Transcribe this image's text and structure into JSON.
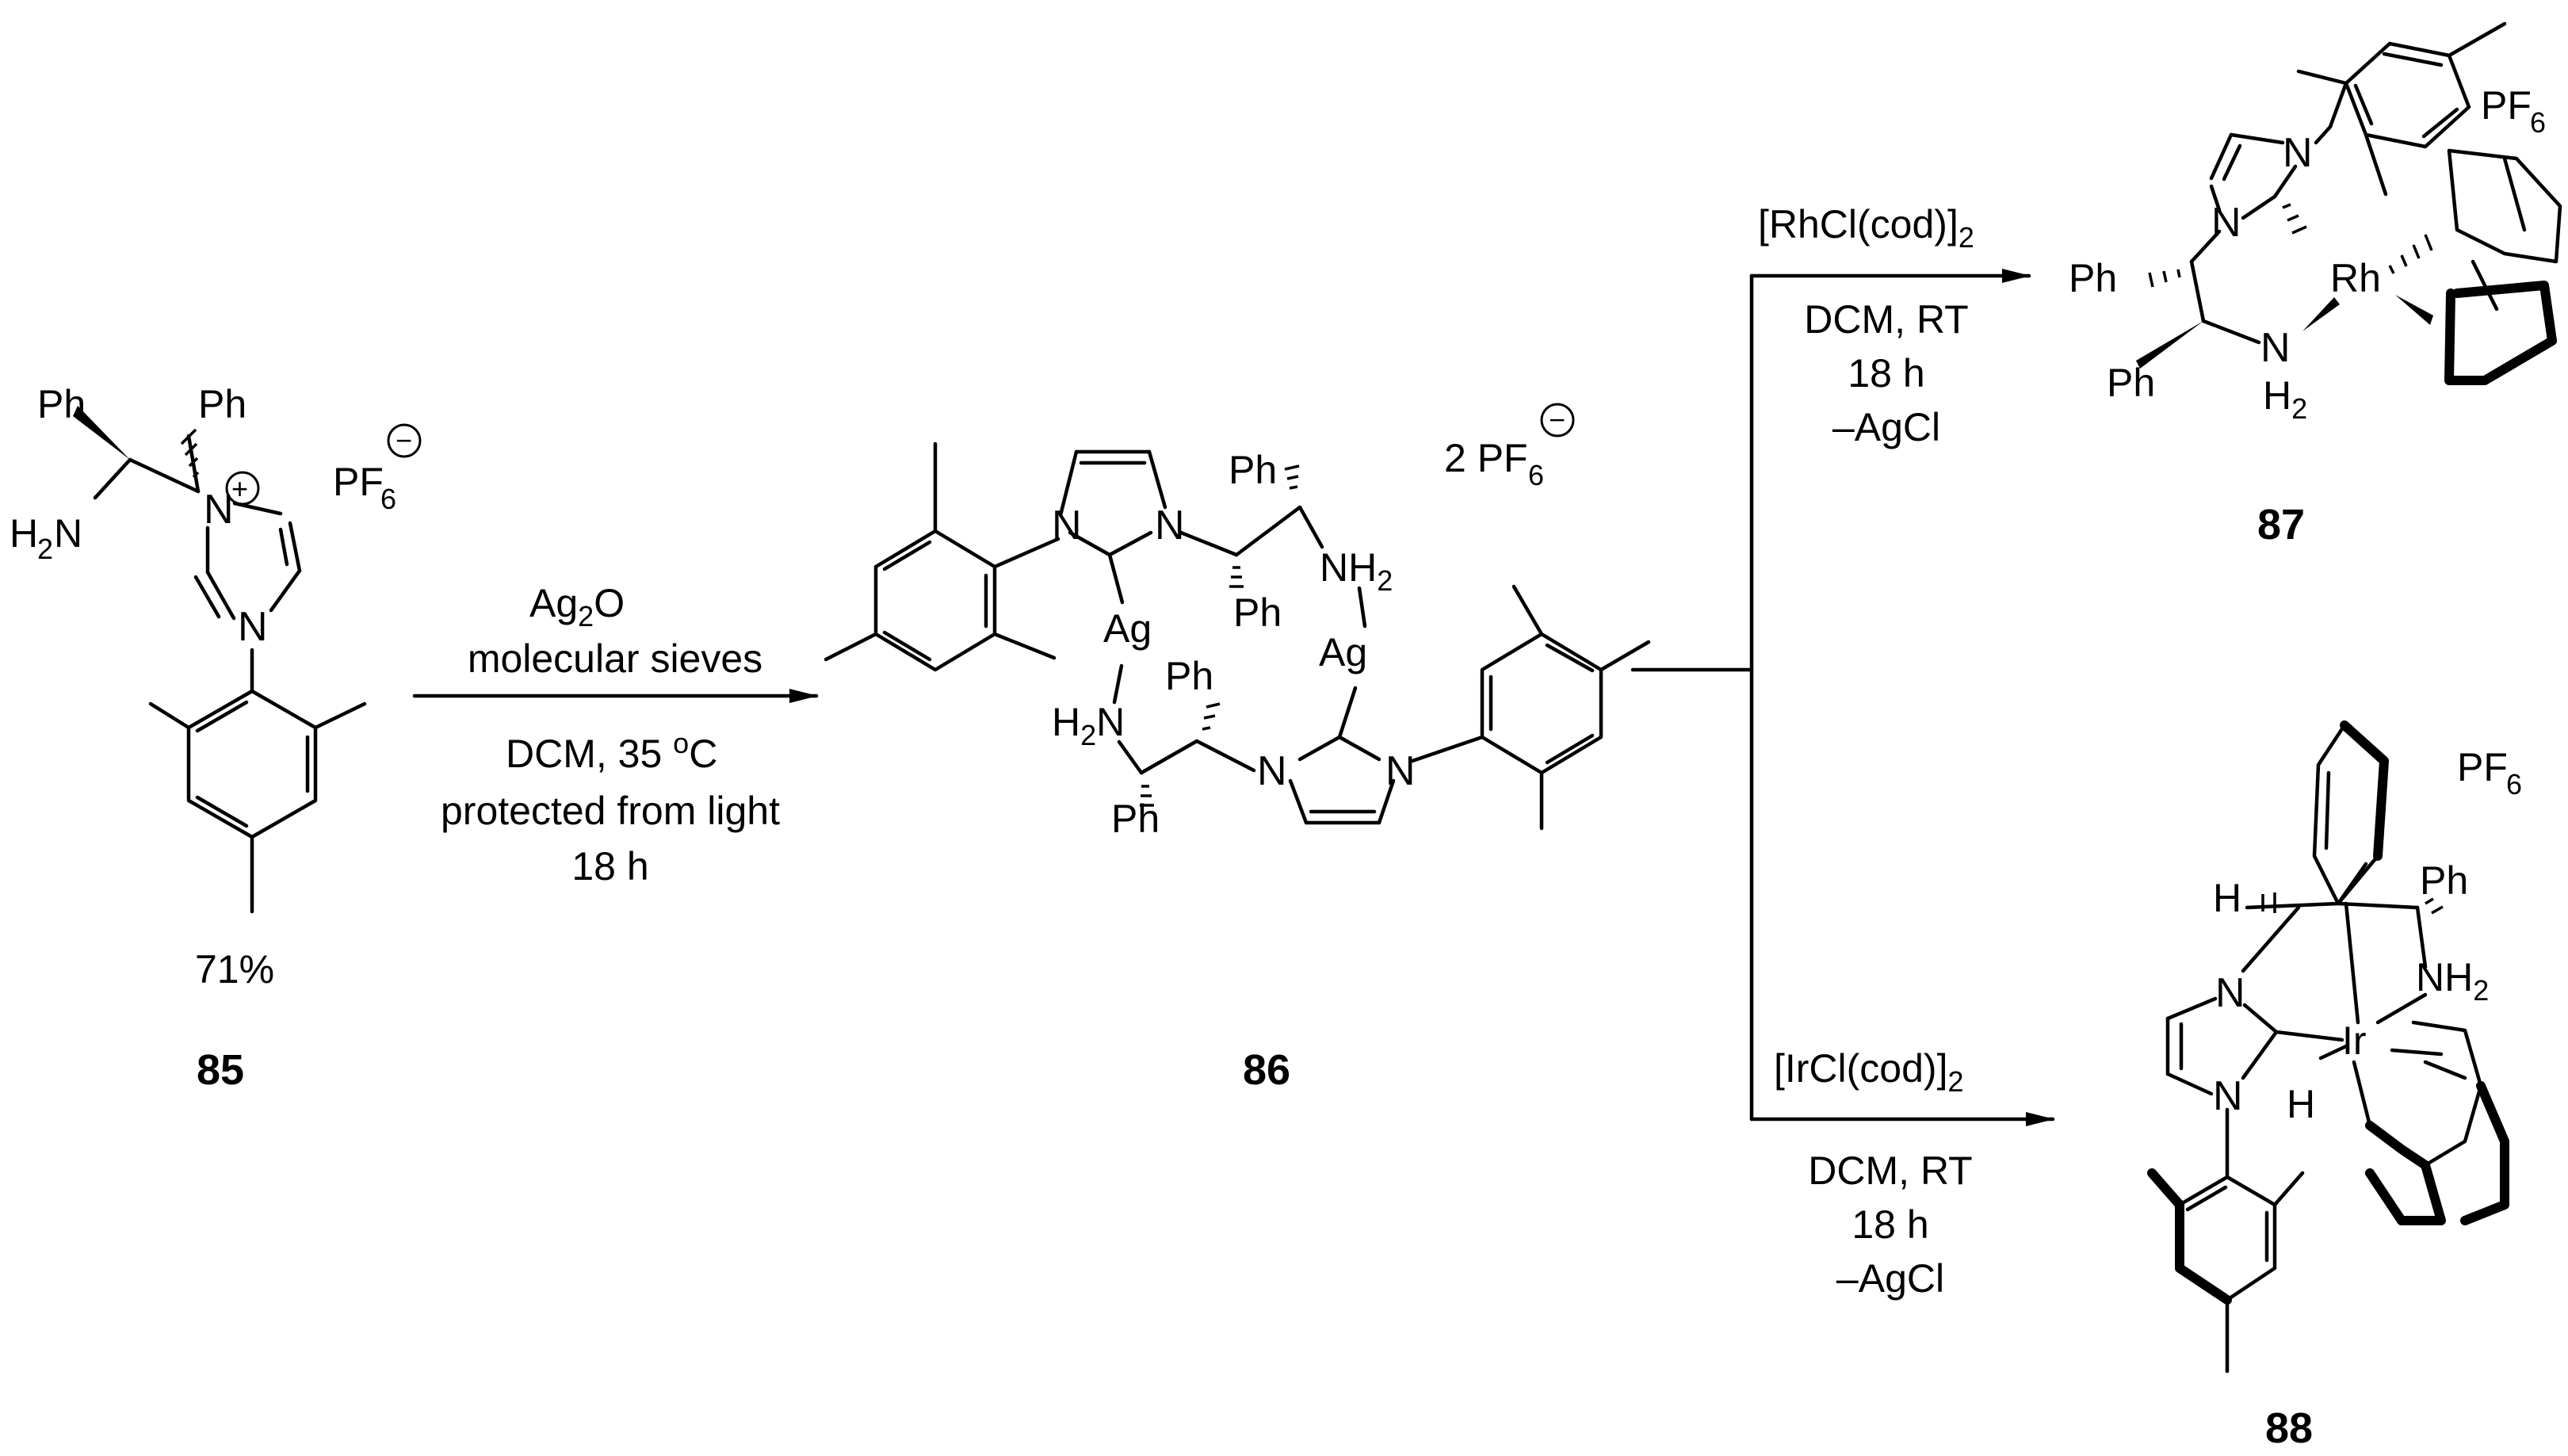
{
  "compounds": {
    "c85": {
      "label": "85",
      "yield": "71%",
      "ph1": "Ph",
      "ph2": "Ph",
      "amine_h": "H",
      "amine_sub": "2",
      "amine_n": "N",
      "n_plus": "N",
      "plus": "+",
      "n3": "N",
      "anion": "PF",
      "anion_sub": "6",
      "anion_charge": "−"
    },
    "c86": {
      "label": "86",
      "n_atoms": [
        "N",
        "N",
        "N",
        "N"
      ],
      "ag": [
        "Ag",
        "Ag"
      ],
      "ph": [
        "Ph",
        "Ph",
        "Ph",
        "Ph"
      ],
      "nh2_top": "NH",
      "nh2_top_sub": "2",
      "nh2_bot": "H",
      "nh2_bot_sub": "2",
      "nh2_bot_n": "N",
      "anion_count": "2 PF",
      "anion_sub": "6",
      "anion_charge": "−"
    },
    "c87": {
      "label": "87",
      "n_atoms": [
        "N",
        "N",
        "N"
      ],
      "metal": "Rh",
      "ph": [
        "Ph",
        "Ph"
      ],
      "h2": "H",
      "h2_sub": "2",
      "anion": "PF",
      "anion_sub": "6"
    },
    "c88": {
      "label": "88",
      "n_atoms": [
        "N",
        "N"
      ],
      "metal": "Ir",
      "h_atoms": [
        "H",
        "H"
      ],
      "ph": "Ph",
      "nh2": "NH",
      "nh2_sub": "2",
      "anion": "PF",
      "anion_sub": "6"
    }
  },
  "arrow1": {
    "reagent": "Ag",
    "reagent_sub": "2",
    "reagent_tail": "O",
    "additive": "molecular sieves",
    "solvent": "DCM, 35 ",
    "temp_sup": "o",
    "temp_tail": "C",
    "condition": "protected from light",
    "time": "18 h"
  },
  "arrow2": {
    "reagent": "[RhCl(cod)]",
    "reagent_sub": "2",
    "solvent": "DCM, RT",
    "time": "18 h",
    "byproduct": "–AgCl"
  },
  "arrow3": {
    "reagent": "[IrCl(cod)]",
    "reagent_sub": "2",
    "solvent": "DCM, RT",
    "time": "18 h",
    "byproduct": "–AgCl"
  }
}
